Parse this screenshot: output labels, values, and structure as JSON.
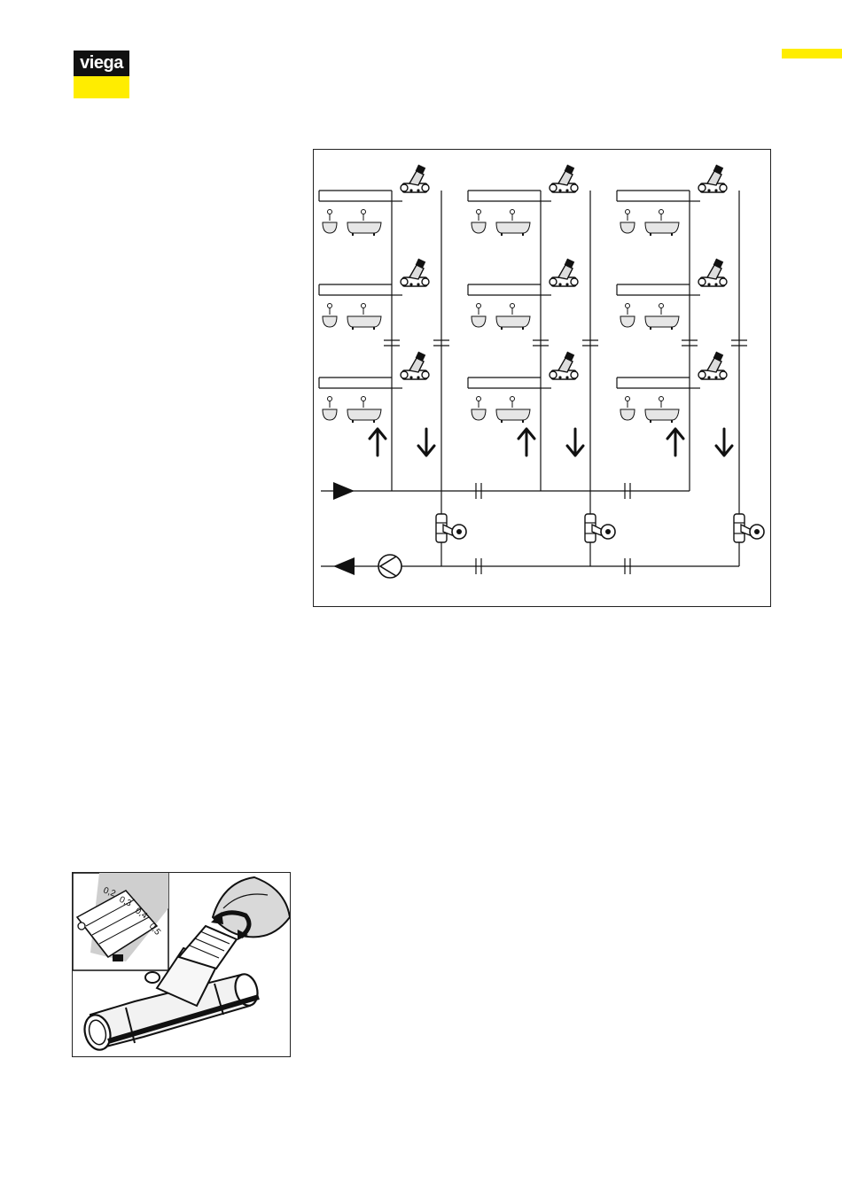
{
  "brand": {
    "logo_text": "viega",
    "colors": {
      "yellow": "#FFED00",
      "black": "#111111"
    }
  },
  "schematic": {
    "columns": 3,
    "floors_per_column": 3,
    "icons": [
      "washbasin-icon",
      "bathtub-icon",
      "thermostatic-circulation-valve-icon",
      "balancing-valve-icon",
      "pump-icon",
      "flow-arrow-up-icon",
      "flow-arrow-down-icon"
    ]
  },
  "valve_detail": {
    "scale_labels": [
      "0,2",
      "0,3",
      "0,4",
      "0,5"
    ],
    "icons": [
      "hand-wheel-icon",
      "rotate-arrow-icon"
    ]
  }
}
